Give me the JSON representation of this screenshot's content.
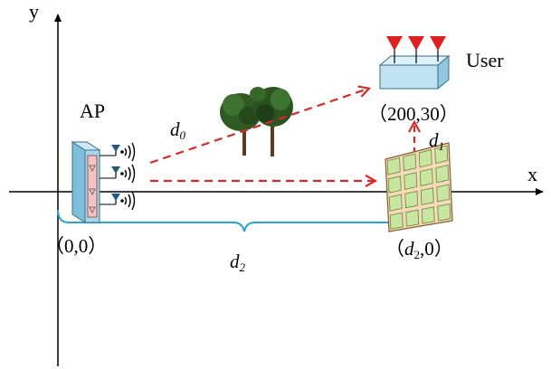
{
  "axes": {
    "x_label": "x",
    "y_label": "y"
  },
  "ap": {
    "label": "AP"
  },
  "user": {
    "label": "User",
    "coord": "（200,30）"
  },
  "origin": {
    "coord": "（0,0）"
  },
  "irs": {
    "coord_open": "（",
    "coord_d": "d",
    "coord_sub": "2",
    "coord_close": ",0）"
  },
  "links": [
    {
      "symbol": "d",
      "sub": "0"
    },
    {
      "symbol": "d",
      "sub": "1"
    },
    {
      "symbol": "d",
      "sub": "2"
    }
  ],
  "colors": {
    "axis": "#000000",
    "dashed_link": "#d62a2a",
    "brace": "#29a3d6",
    "irs_fill": "#f8d8b8",
    "irs_cell": "#c8e6a0",
    "irs_border": "#8a5a30",
    "user_box": "#bfe3f0",
    "user_antenna": "#e02020",
    "ap_body": "#a7d7ea",
    "ap_panel": "#f2c4c4"
  }
}
